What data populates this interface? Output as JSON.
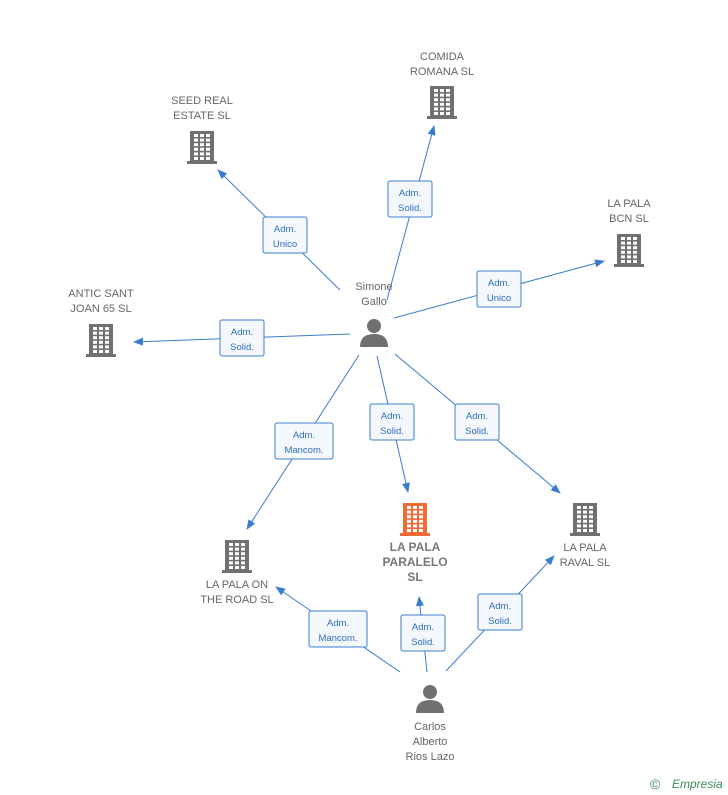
{
  "colors": {
    "edge": "#3a7ccf",
    "company": "#707070",
    "company_main": "#f26a35",
    "person": "#707070",
    "brand": "#3a8a5c"
  },
  "icons": {
    "company": "building-icon",
    "person": "person-icon"
  },
  "nodes": [
    {
      "id": "simone",
      "type": "person",
      "label": [
        "Simone",
        "Gallo"
      ]
    },
    {
      "id": "carlos",
      "type": "person",
      "label": [
        "Carlos",
        "Alberto",
        "Rios Lazo"
      ]
    },
    {
      "id": "paralelo",
      "type": "company",
      "main": true,
      "label": [
        "LA PALA",
        "PARALELO",
        "SL"
      ]
    },
    {
      "id": "seed",
      "type": "company",
      "label": [
        "SEED REAL",
        "ESTATE  SL"
      ]
    },
    {
      "id": "comida",
      "type": "company",
      "label": [
        "COMIDA",
        "ROMANA SL"
      ]
    },
    {
      "id": "bcn",
      "type": "company",
      "label": [
        "LA PALA",
        "BCN  SL"
      ]
    },
    {
      "id": "antic",
      "type": "company",
      "label": [
        "ANTIC SANT",
        "JOAN 65  SL"
      ]
    },
    {
      "id": "road",
      "type": "company",
      "label": [
        "LA PALA ON",
        "THE ROAD  SL"
      ]
    },
    {
      "id": "raval",
      "type": "company",
      "label": [
        "LA PALA",
        "RAVAL  SL"
      ]
    }
  ],
  "edges": [
    {
      "from": "simone",
      "to": "seed",
      "label": [
        "Adm.",
        "Unico"
      ]
    },
    {
      "from": "simone",
      "to": "comida",
      "label": [
        "Adm.",
        "Solid."
      ]
    },
    {
      "from": "simone",
      "to": "bcn",
      "label": [
        "Adm.",
        "Unico"
      ]
    },
    {
      "from": "simone",
      "to": "antic",
      "label": [
        "Adm.",
        "Solid."
      ]
    },
    {
      "from": "simone",
      "to": "road",
      "label": [
        "Adm.",
        "Mancom."
      ]
    },
    {
      "from": "simone",
      "to": "paralelo",
      "label": [
        "Adm.",
        "Solid."
      ]
    },
    {
      "from": "simone",
      "to": "raval",
      "label": [
        "Adm.",
        "Solid."
      ]
    },
    {
      "from": "carlos",
      "to": "road",
      "label": [
        "Adm.",
        "Mancom."
      ]
    },
    {
      "from": "carlos",
      "to": "paralelo",
      "label": [
        "Adm.",
        "Solid."
      ]
    },
    {
      "from": "carlos",
      "to": "raval",
      "label": [
        "Adm.",
        "Solid."
      ]
    }
  ],
  "footer": {
    "copyright_symbol": "©",
    "brand": "Empresia"
  }
}
